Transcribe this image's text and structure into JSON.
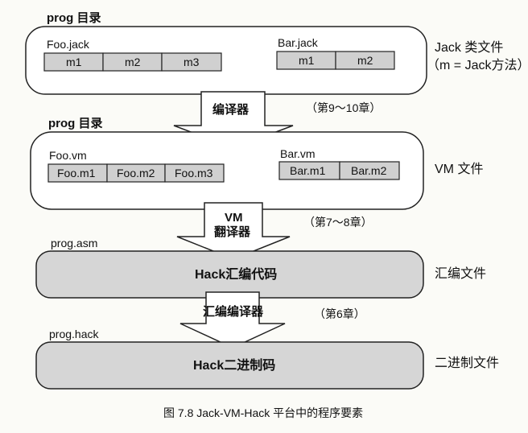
{
  "dir_label_1": "prog 目录",
  "dir_label_2": "prog 目录",
  "jack_files": [
    {
      "name": "Foo.jack",
      "methods": [
        "m1",
        "m2",
        "m3"
      ]
    },
    {
      "name": "Bar.jack",
      "methods": [
        "m1",
        "m2"
      ]
    }
  ],
  "vm_files": [
    {
      "name": "Foo.vm",
      "functions": [
        "Foo.m1",
        "Foo.m2",
        "Foo.m3"
      ]
    },
    {
      "name": "Bar.vm",
      "functions": [
        "Bar.m1",
        "Bar.m2"
      ]
    }
  ],
  "side_labels": {
    "jack_files": "Jack 类文件",
    "jack_note": "（m = Jack方法）",
    "vm_files": "VM 文件",
    "asm_files": "汇编文件",
    "hack_files": "二进制文件"
  },
  "arrows": {
    "compiler": "编译器",
    "compiler_note": "（第9～10章）",
    "vm_translator_line1": "VM",
    "vm_translator_line2": "翻译器",
    "vm_translator_note": "（第7～8章）",
    "assembler": "汇编编译器",
    "assembler_note": "（第6章）"
  },
  "asm": {
    "file_name": "prog.asm",
    "content": "Hack汇编代码"
  },
  "hack": {
    "file_name": "prog.hack",
    "content": "Hack二进制码"
  },
  "caption": "图 7.8   Jack-VM-Hack 平台中的程序要素",
  "colors": {
    "cell_fill": "#d0d0d0",
    "band_fill": "#d6d6d6",
    "stroke": "#222222",
    "container_fill": "#ffffff",
    "arrow_fill": "#ffffff"
  }
}
